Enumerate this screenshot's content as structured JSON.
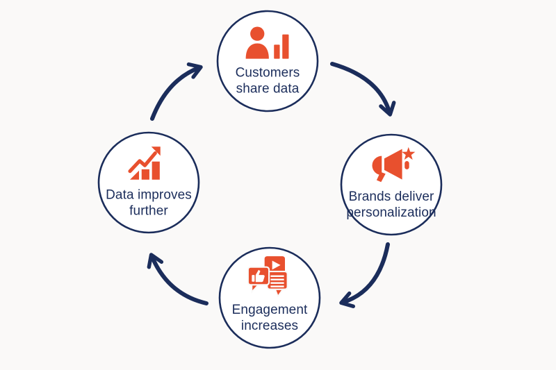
{
  "diagram": {
    "type": "cycle",
    "direction": "clockwise",
    "colors": {
      "background": "#FAF9F8",
      "node_fill": "#FFFFFF",
      "outline_navy": "#1B2D5B",
      "accent_orange": "#E8502E"
    },
    "nodes": [
      {
        "id": "customers-share-data",
        "line1": "Customers",
        "line2": "share data",
        "icon": "person-bar-chart-icon"
      },
      {
        "id": "brands-deliver-personalization",
        "line1": "Brands deliver",
        "line2": "personalization",
        "icon": "megaphone-star-icon"
      },
      {
        "id": "engagement-increases",
        "line1": "Engagement",
        "line2": "increases",
        "icon": "social-engagement-icon"
      },
      {
        "id": "data-improves-further",
        "line1": "Data improves",
        "line2": "further",
        "icon": "growth-chart-icon"
      }
    ],
    "arrows": [
      {
        "from": "customers-share-data",
        "to": "brands-deliver-personalization"
      },
      {
        "from": "brands-deliver-personalization",
        "to": "engagement-increases"
      },
      {
        "from": "engagement-increases",
        "to": "data-improves-further"
      },
      {
        "from": "data-improves-further",
        "to": "customers-share-data"
      }
    ]
  }
}
